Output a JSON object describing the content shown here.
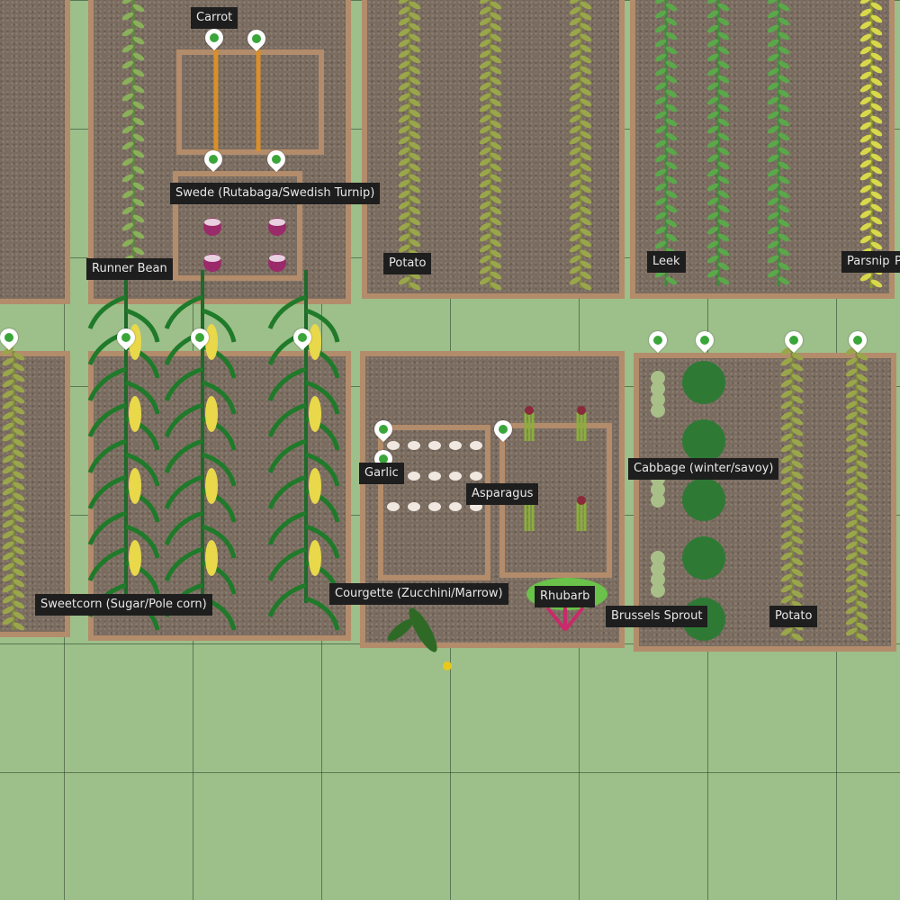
{
  "app": {
    "view": "garden-plan-canvas"
  },
  "colors": {
    "grass": "#9dbf8a",
    "soil": "#7b6c60",
    "bed_border": "#b38c6b",
    "label_bg": "#1e1e1e"
  },
  "plant_labels": [
    {
      "id": "carrot",
      "text": "Carrot"
    },
    {
      "id": "swede",
      "text": "Swede (Rutabaga/Swedish Turnip)"
    },
    {
      "id": "runner-bean",
      "text": "Runner Bean"
    },
    {
      "id": "potato-top",
      "text": "Potato"
    },
    {
      "id": "leek",
      "text": "Leek"
    },
    {
      "id": "parsnip",
      "text": "Parsnip"
    },
    {
      "id": "cutoff",
      "text": "P"
    },
    {
      "id": "garlic",
      "text": "Garlic"
    },
    {
      "id": "asparagus",
      "text": "Asparagus"
    },
    {
      "id": "cabbage",
      "text": "Cabbage (winter/savoy)"
    },
    {
      "id": "sweetcorn",
      "text": "Sweetcorn (Sugar/Pole corn)"
    },
    {
      "id": "courgette",
      "text": "Courgette (Zucchini/Marrow)"
    },
    {
      "id": "rhubarb",
      "text": "Rhubarb"
    },
    {
      "id": "brussels-sprout",
      "text": "Brussels Sprout"
    },
    {
      "id": "potato-bottom",
      "text": "Potato"
    }
  ]
}
